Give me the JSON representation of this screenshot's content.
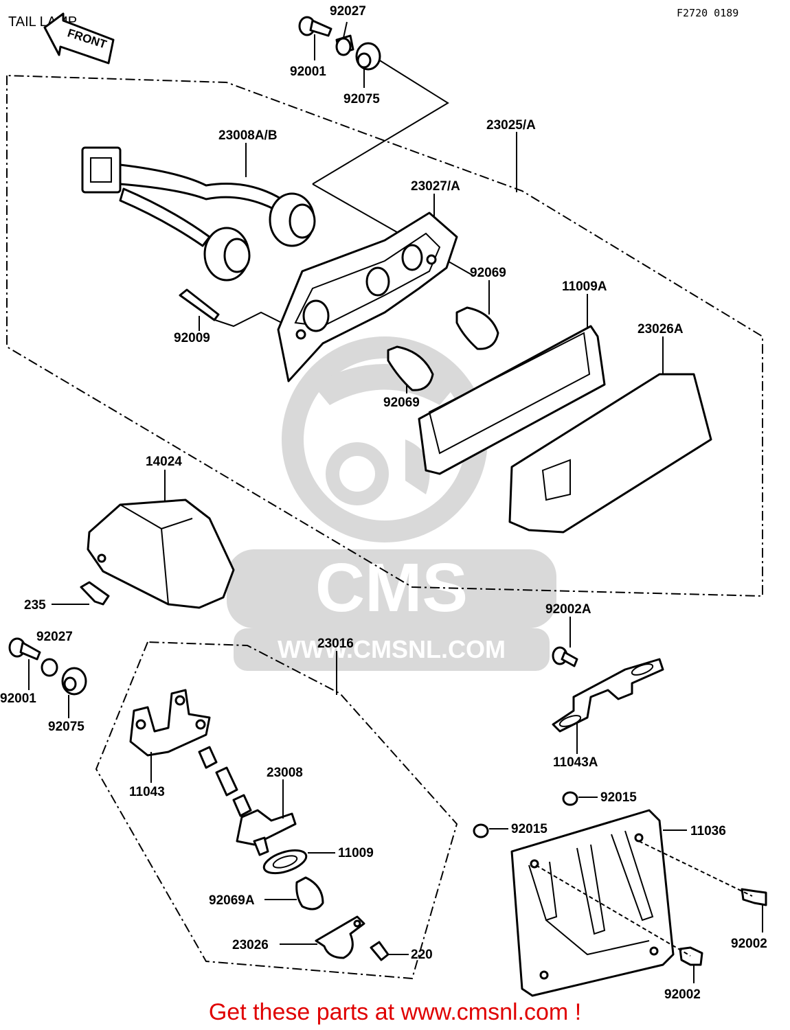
{
  "title": "TAIL LAMP",
  "figure_code": "F2720 0189",
  "front_arrow": "FRONT",
  "watermark": {
    "logo": "CMS",
    "url": "WWW.CMSNL.COM"
  },
  "labels": {
    "l_92027_top": "92027",
    "l_92001_top": "92001",
    "l_92075_top": "92075",
    "l_23008AB": "23008A/B",
    "l_23025A": "23025/A",
    "l_23027A": "23027/A",
    "l_92069_a": "92069",
    "l_11009A": "11009A",
    "l_23026A": "23026A",
    "l_92009": "92009",
    "l_92069_b": "92069",
    "l_14024": "14024",
    "l_235": "235",
    "l_92002A": "92002A",
    "l_92027_bot": "92027",
    "l_23016": "23016",
    "l_92001_bot": "92001",
    "l_92075_bot": "92075",
    "l_11043A": "11043A",
    "l_11043": "11043",
    "l_23008": "23008",
    "l_92015_a": "92015",
    "l_92015_b": "92015",
    "l_11036": "11036",
    "l_11009": "11009",
    "l_92069A": "92069A",
    "l_92002_a": "92002",
    "l_23026": "23026",
    "l_220": "220",
    "l_92002_b": "92002"
  },
  "footer": "Get these parts at www.cmsnl.com !"
}
